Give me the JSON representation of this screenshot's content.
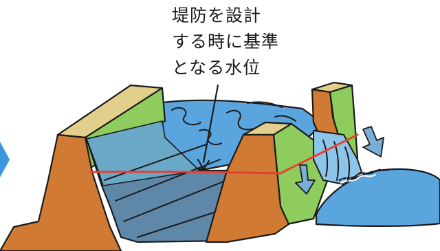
{
  "caption": {
    "lines": [
      "堤防を設計",
      "する時に基準",
      "となる水位"
    ]
  },
  "colors": {
    "embankment_earth": "#d07a34",
    "embankment_grass": "#8fcc5e",
    "embankment_top": "#e2cf8c",
    "water": "#5aa5de",
    "water_deep": "#5f88a8",
    "water_light": "#8cc4ea",
    "design_water_level_line": "#e8402e",
    "flow_arrow": "#7aaed6",
    "outline": "#1a1a1a"
  },
  "icons": [
    "left-arrow-icon",
    "flow-arrow-icon"
  ]
}
